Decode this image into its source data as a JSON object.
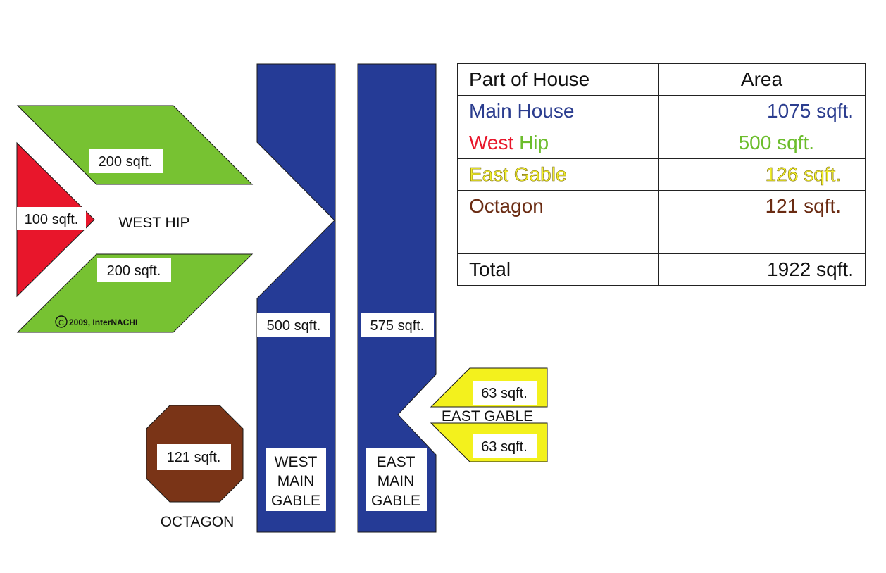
{
  "colors": {
    "blue": "#253b96",
    "green": "#77c232",
    "red": "#e8162b",
    "yellow": "#f3f11d",
    "brown": "#7a3417",
    "main_house_text": "#2b3d8f",
    "green_text": "#6cbd2c",
    "yellow_text": "#f1ef2a",
    "octagon_text": "#6a2b12"
  },
  "diagram": {
    "west_hip": {
      "title": "WEST HIP",
      "upper_green_area": "200 sqft.",
      "lower_green_area": "200 sqft.",
      "red_area": "100 sqft.",
      "copyright_symbol": "C",
      "copyright": "2009, InterNACHI"
    },
    "west_main_gable": {
      "area": "500 sqft.",
      "label_lines": [
        "WEST",
        "MAIN",
        "GABLE"
      ]
    },
    "east_main_gable": {
      "area": "575 sqft.",
      "label_lines": [
        "EAST",
        "MAIN",
        "GABLE"
      ]
    },
    "east_gable": {
      "title": "EAST GABLE",
      "upper_area": "63 sqft.",
      "lower_area": "63 sqft."
    },
    "octagon": {
      "title": "OCTAGON",
      "area": "121 sqft."
    }
  },
  "table": {
    "header": {
      "part": "Part of House",
      "area": "Area"
    },
    "rows": {
      "main_house": {
        "part": "Main House",
        "area": "1075 sqft."
      },
      "west_hip": {
        "part_word1": "West",
        "part_word2": "Hip",
        "area": "500 sqft."
      },
      "east_gable": {
        "part": "East Gable",
        "area": "126 sqft."
      },
      "octagon": {
        "part": "Octagon",
        "area": "121 sqft."
      }
    },
    "total": {
      "part": "Total",
      "area": "1922 sqft."
    }
  }
}
